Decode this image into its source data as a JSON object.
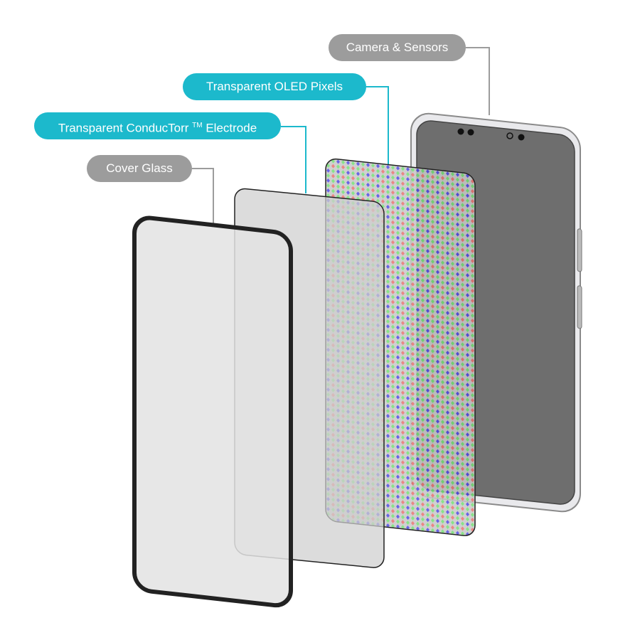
{
  "labels": {
    "camera": "Camera & Sensors",
    "oled": "Transparent OLED Pixels",
    "electrode_prefix": "Transparent ConducTorr",
    "electrode_tm": "TM",
    "electrode_suffix": " Electrode",
    "cover": "Cover Glass"
  },
  "colors": {
    "gray_label": "#9c9c9c",
    "cyan_label": "#1cb9cc",
    "pixel_red": "#e8706e",
    "pixel_green": "#72de72",
    "pixel_blue": "#4c46e0",
    "phone_screen": "#6e6e6e"
  }
}
